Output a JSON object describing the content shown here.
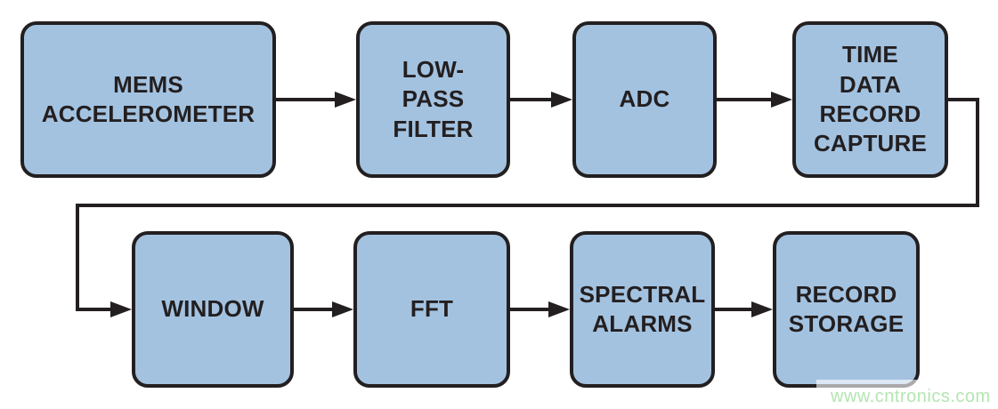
{
  "diagram": {
    "nodes": [
      {
        "id": "mems-accelerometer",
        "label": "MEMS\nACCELEROMETER"
      },
      {
        "id": "low-pass-filter",
        "label": "LOW-\nPASS\nFILTER"
      },
      {
        "id": "adc",
        "label": "ADC"
      },
      {
        "id": "time-data-record-capture",
        "label": "TIME\nDATA\nRECORD\nCAPTURE"
      },
      {
        "id": "window",
        "label": "WINDOW"
      },
      {
        "id": "fft",
        "label": "FFT"
      },
      {
        "id": "spectral-alarms",
        "label": "SPECTRAL\nALARMS"
      },
      {
        "id": "record-storage",
        "label": "RECORD\nSTORAGE"
      }
    ],
    "edges": [
      {
        "from": "mems-accelerometer",
        "to": "low-pass-filter"
      },
      {
        "from": "low-pass-filter",
        "to": "adc"
      },
      {
        "from": "adc",
        "to": "time-data-record-capture"
      },
      {
        "from": "time-data-record-capture",
        "to": "window"
      },
      {
        "from": "window",
        "to": "fft"
      },
      {
        "from": "fft",
        "to": "spectral-alarms"
      },
      {
        "from": "spectral-alarms",
        "to": "record-storage"
      }
    ]
  },
  "watermark": {
    "text": "www.cntronics.com"
  },
  "colors": {
    "background": "#ffffff",
    "node_fill": "#a3c2e0",
    "node_border": "#231f20",
    "arrow": "#231f20",
    "watermark_text": "#b3e6b1"
  }
}
